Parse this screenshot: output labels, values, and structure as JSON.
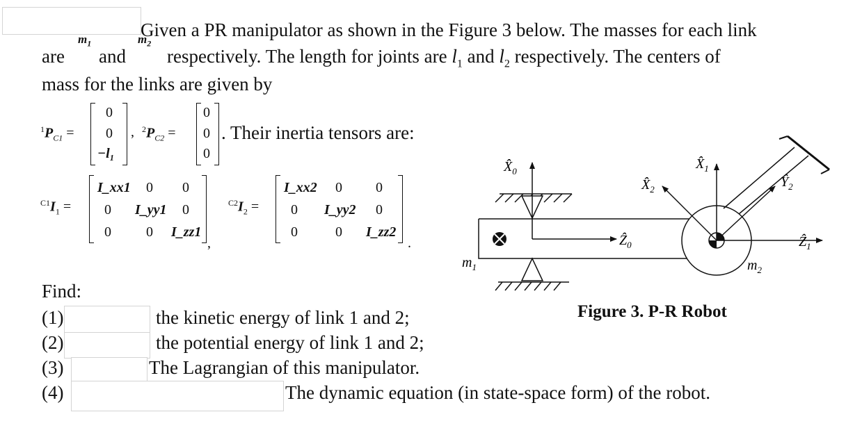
{
  "intro": {
    "line1": "Given a PR manipulator as shown in the Figure 3 below. The masses for each link",
    "line2_are": "are",
    "line2_and": "and",
    "line2_rest": "respectively. The length for joints are",
    "line2_and2": "and",
    "line2_end": "respectively. The centers of",
    "line3": "mass for the links are given by",
    "m1": "m",
    "m1_sub": "1",
    "m2": "m",
    "m2_sub": "2",
    "l1": "l",
    "l1_sub": "1",
    "l2": "l",
    "l2_sub": "2"
  },
  "com": {
    "p1_label": "P",
    "p1_sup": "1",
    "p1_sub": "C1",
    "p1_vec": [
      "0",
      "0",
      "−l₁"
    ],
    "p2_label": "P",
    "p2_sup": "2",
    "p2_sub": "C2",
    "p2_vec": [
      "0",
      "0",
      "0"
    ],
    "tail": ". Their inertia tensors are:"
  },
  "inertia": {
    "i1_label": "I",
    "i1_sup": "C1",
    "i1_sub": "1",
    "i1_rows": [
      [
        "I_xx1",
        "0",
        "0"
      ],
      [
        "0",
        "I_yy1",
        "0"
      ],
      [
        "0",
        "0",
        "I_zz1"
      ]
    ],
    "i2_label": "I",
    "i2_sup": "C2",
    "i2_sub": "2",
    "i2_rows": [
      [
        "I_xx2",
        "0",
        "0"
      ],
      [
        "0",
        "I_yy2",
        "0"
      ],
      [
        "0",
        "0",
        "I_zz2"
      ]
    ]
  },
  "find": {
    "heading": "Find:",
    "items": [
      {
        "num": "(1)",
        "text": "the kinetic energy of link 1 and 2;"
      },
      {
        "num": "(2)",
        "text": "the potential energy of link 1 and 2;"
      },
      {
        "num": "(3)",
        "text": "The Lagrangian of this manipulator."
      },
      {
        "num": "(4)",
        "text": "The dynamic equation (in state-space form) of the robot."
      }
    ]
  },
  "figure": {
    "caption": "Figure 3. P-R Robot",
    "labels": {
      "x0": "X̂",
      "x0_sub": "0",
      "z0": "Ẑ",
      "z0_sub": "0",
      "x1": "X̂",
      "x1_sub": "1",
      "x2": "X̂",
      "x2_sub": "2",
      "y2": "Ŷ",
      "y2_sub": "2",
      "z1": "Ẑ",
      "z1_sub": "1",
      "m1": "m",
      "m1_sub": "1",
      "m2": "m",
      "m2_sub": "2"
    }
  },
  "colors": {
    "text": "#111111",
    "box_border": "#d4d4d4"
  }
}
